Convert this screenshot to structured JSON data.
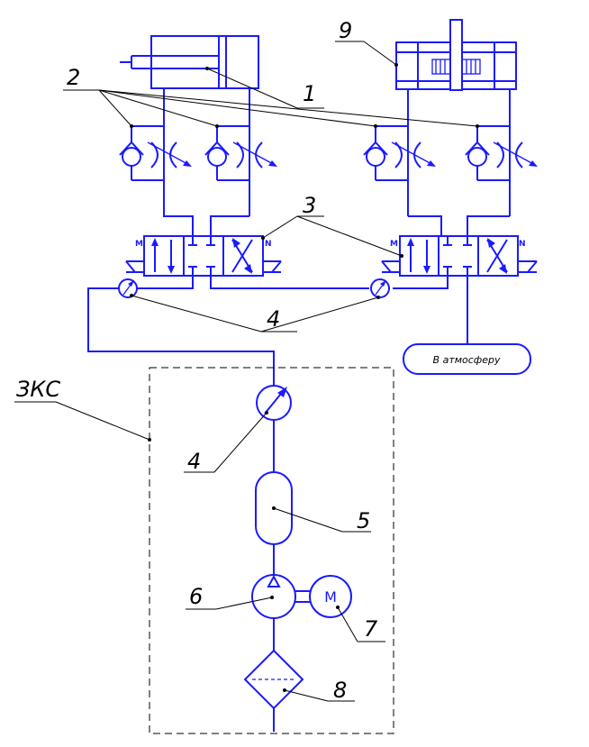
{
  "labels": {
    "n1": "1",
    "n2": "2",
    "n3": "3",
    "n4_top": "4",
    "n4_bottom": "4",
    "n5": "5",
    "n6": "6",
    "n7": "7",
    "n8": "8",
    "n9": "9",
    "zks": "ЗКС",
    "atmosphere": "В атмосферу",
    "motor": "М",
    "valve_left_m": "M",
    "valve_left_n": "N",
    "valve_right_m": "M",
    "valve_right_n": "N"
  },
  "colors": {
    "line": "#1a1aff",
    "leader": "#000000"
  }
}
